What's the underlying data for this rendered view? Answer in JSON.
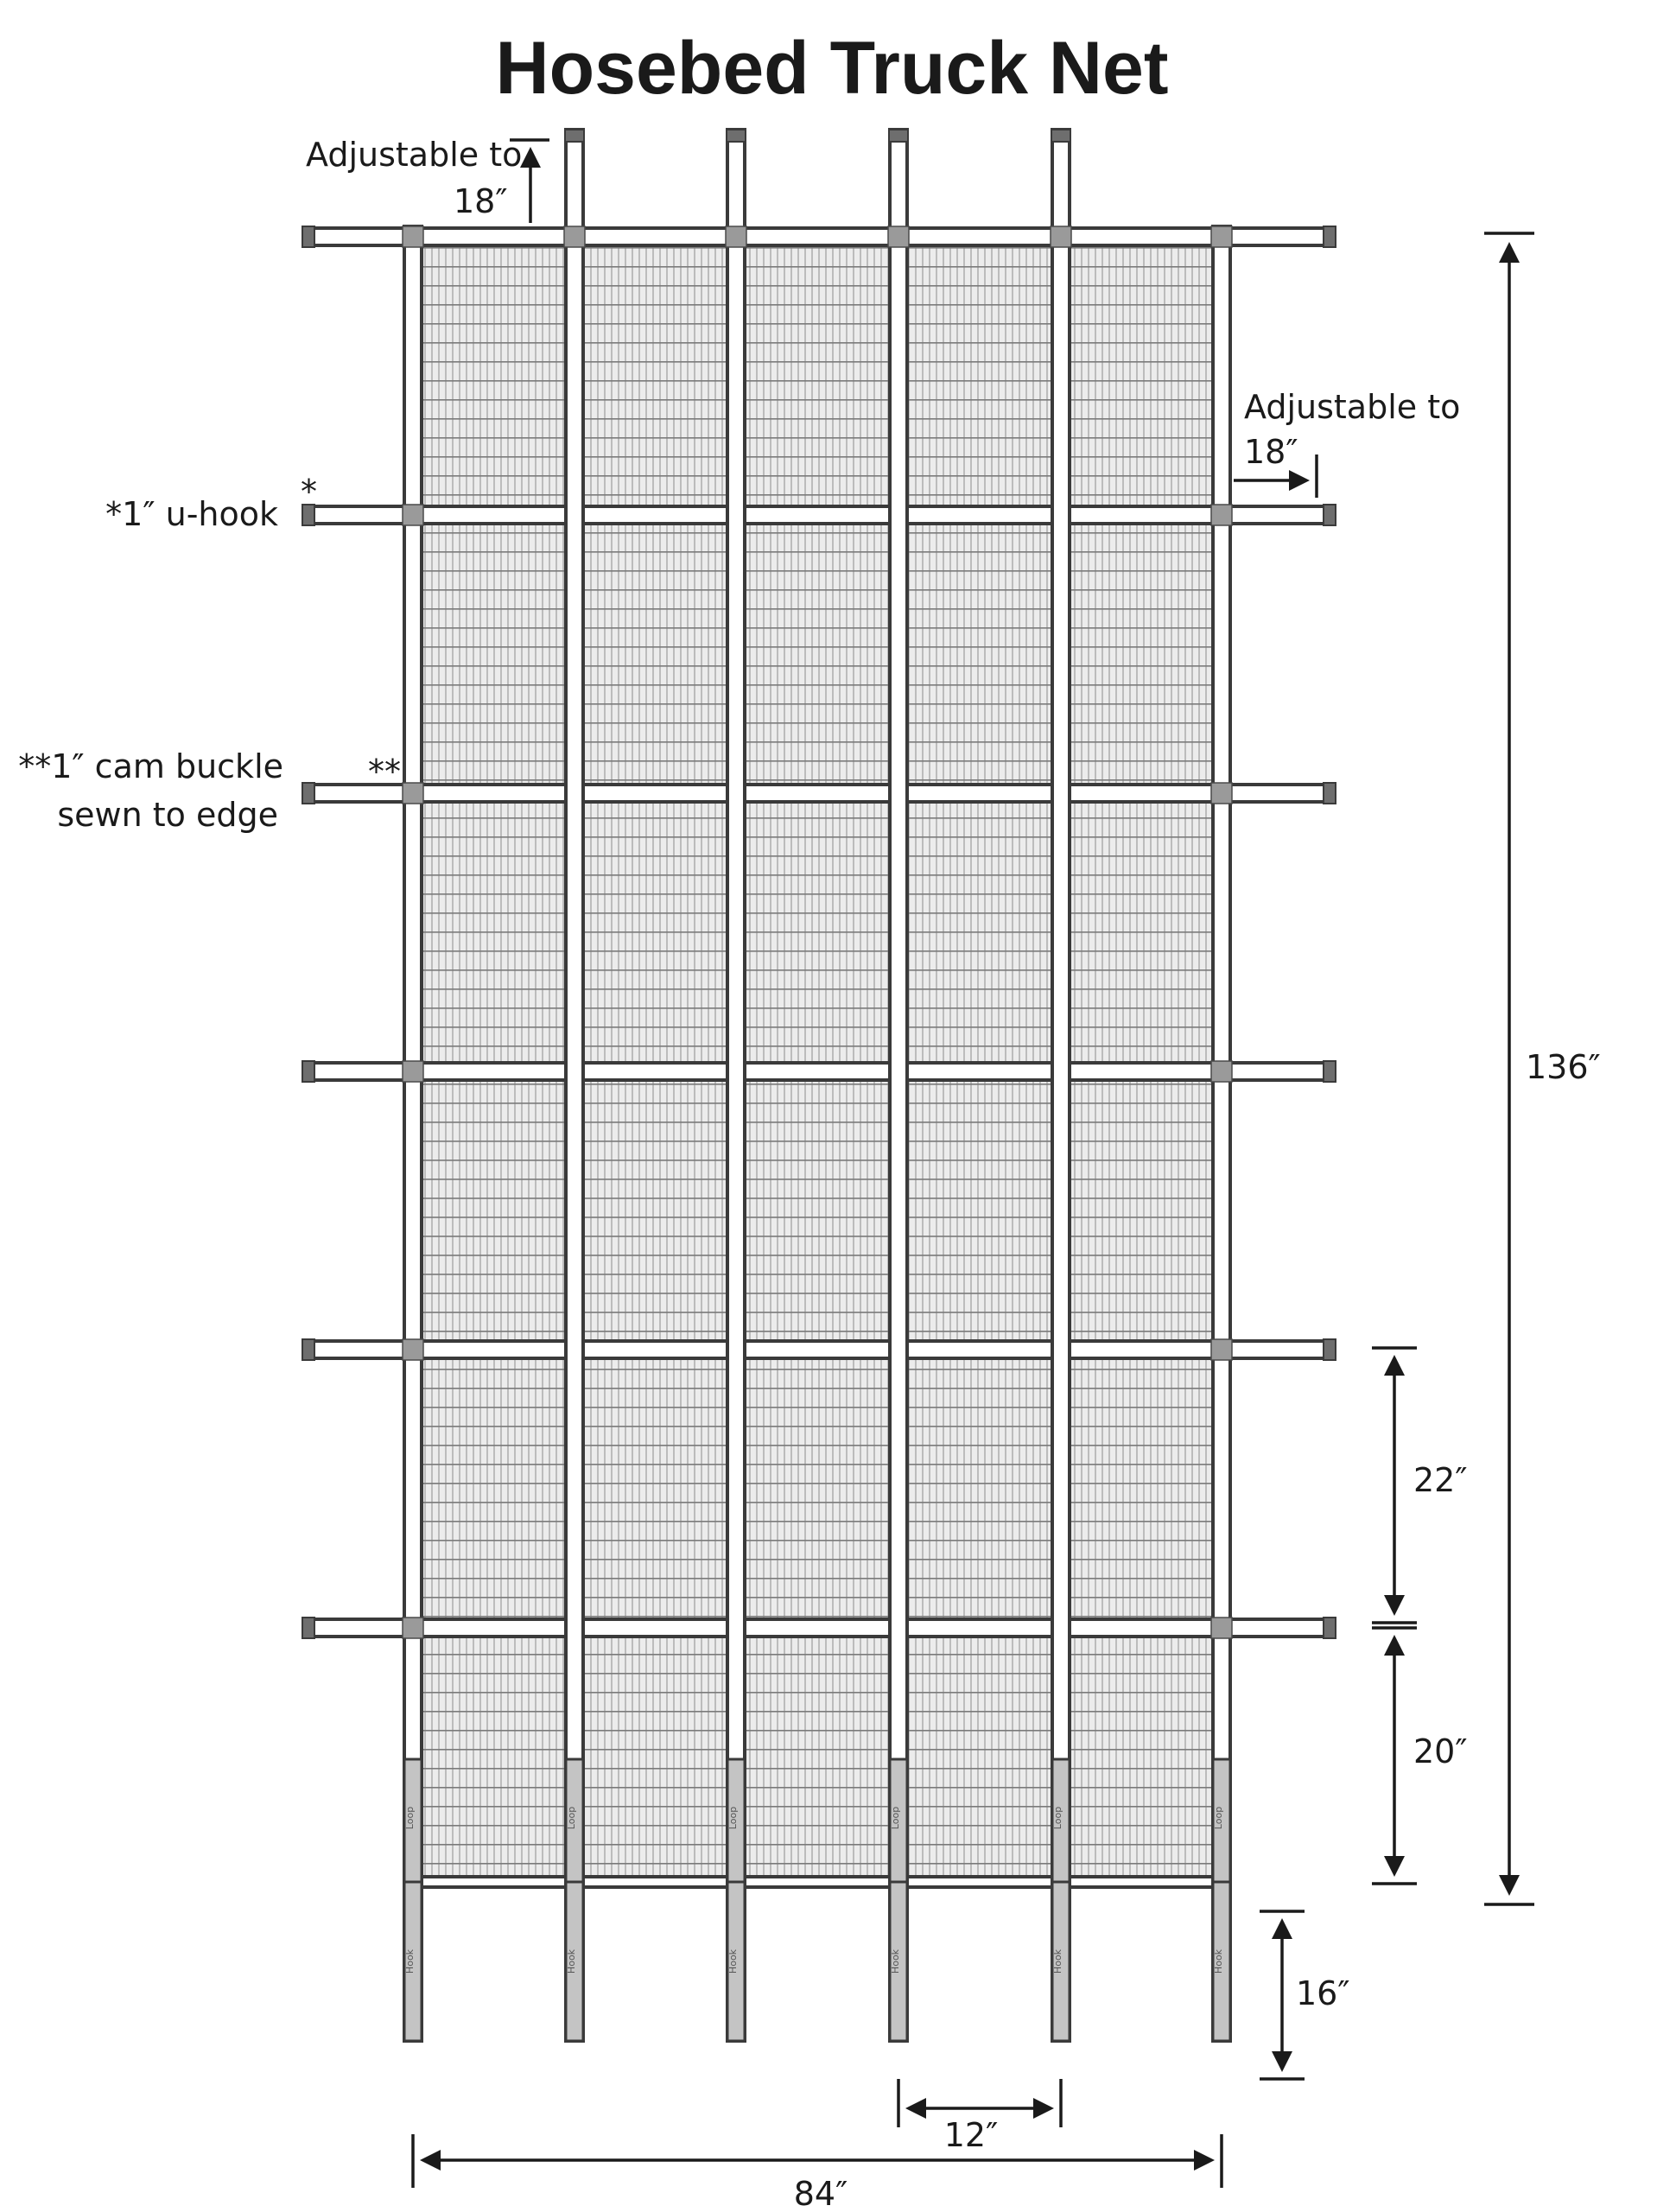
{
  "title": "Hosebed Truck Net",
  "labels": {
    "adjustable_top_line1": "Adjustable to",
    "adjustable_top_line2": "18″",
    "adjustable_right_line1": "Adjustable to",
    "adjustable_right_line2": "18″",
    "u_hook": "*1″ u-hook",
    "u_hook_marker": "*",
    "cam_buckle_line1": "**1″ cam buckle",
    "cam_buckle_line2": "sewn to edge",
    "cam_buckle_marker": "**"
  },
  "dimensions": {
    "height": "136″",
    "strap_spacing": "22″",
    "bottom_section": "20″",
    "hook_length": "16″",
    "column_spacing": "12″",
    "width": "84″"
  },
  "sleeve_labels": {
    "loop": "Loop",
    "hook": "Hook"
  },
  "colors": {
    "mesh_fill": "#e8e8e8",
    "mesh_line": "#9a9a9a",
    "strap_outline": "#3a3a3a",
    "sleeve_fill": "#c4c4c4"
  }
}
